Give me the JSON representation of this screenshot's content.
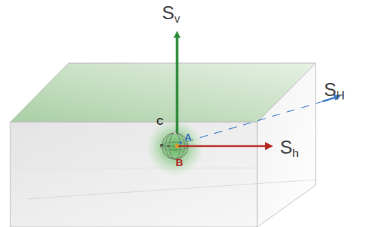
{
  "diagram": {
    "labels": [
      "Sv",
      "SH",
      "Sh",
      "C",
      "A",
      "P",
      "B"
    ]
  }
}
